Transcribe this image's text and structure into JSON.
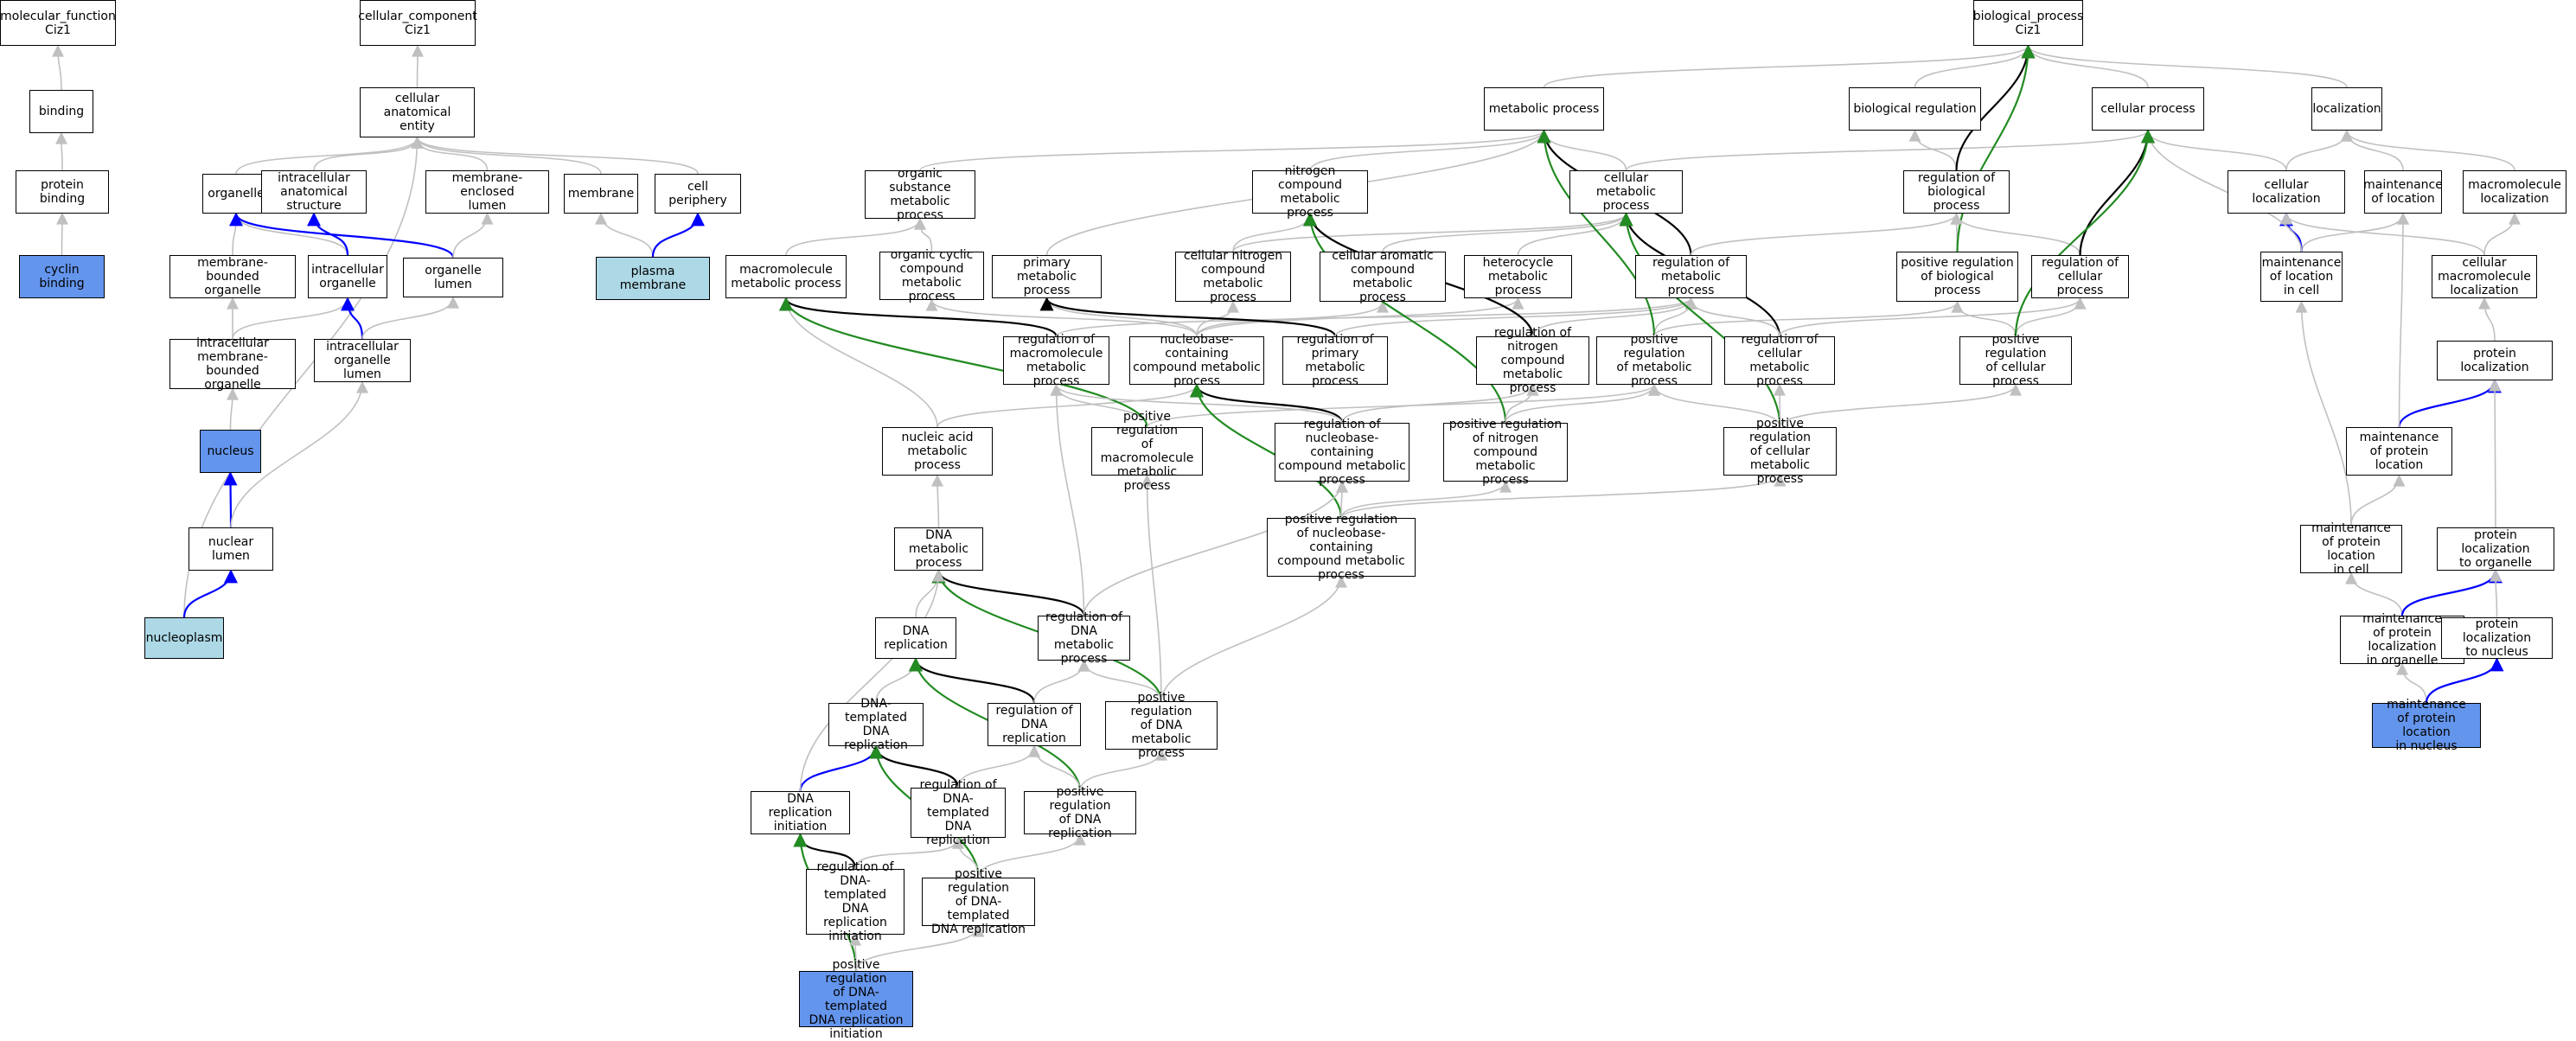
{
  "diagram": {
    "colors": {
      "gray_edge": "#c0c0c0",
      "black_edge": "#000000",
      "blue_edge": "#0000ff",
      "green_edge": "#228b22",
      "highlight_blue": "#6495ed",
      "highlight_light": "#add8e6"
    },
    "nodes": {
      "mf": {
        "label": "molecular_function\nCiz1"
      },
      "binding": {
        "label": "binding"
      },
      "protbind": {
        "label": "protein binding"
      },
      "cyclin": {
        "label": "cyclin binding",
        "style": "blue"
      },
      "cc": {
        "label": "cellular_component\nCiz1"
      },
      "cae": {
        "label": "cellular anatomical\nentity"
      },
      "organelle": {
        "label": "organelle"
      },
      "ias": {
        "label": "intracellular\nanatomical structure"
      },
      "mel": {
        "label": "membrane-enclosed\nlumen"
      },
      "membrane": {
        "label": "membrane"
      },
      "cellper": {
        "label": "cell periphery"
      },
      "mbo": {
        "label": "membrane-bounded\norganelle"
      },
      "io": {
        "label": "intracellular\norganelle"
      },
      "ol": {
        "label": "organelle lumen"
      },
      "pm": {
        "label": "plasma membrane",
        "style": "light"
      },
      "imbo": {
        "label": "intracellular\nmembrane-bounded\norganelle"
      },
      "iol": {
        "label": "intracellular\norganelle lumen"
      },
      "nucleus": {
        "label": "nucleus",
        "style": "blue"
      },
      "nl": {
        "label": "nuclear lumen"
      },
      "nucleoplasm": {
        "label": "nucleoplasm",
        "style": "light"
      },
      "bp": {
        "label": "biological_process\nCiz1"
      },
      "metab": {
        "label": "metabolic process"
      },
      "biolreg": {
        "label": "biological regulation"
      },
      "cellproc": {
        "label": "cellular process"
      },
      "loc": {
        "label": "localization"
      },
      "osmp": {
        "label": "organic substance\nmetabolic process"
      },
      "ncmp": {
        "label": "nitrogen compound\nmetabolic process"
      },
      "cmp": {
        "label": "cellular metabolic\nprocess"
      },
      "rbp": {
        "label": "regulation of\nbiological process"
      },
      "cellloc": {
        "label": "cellular localization"
      },
      "mainloc": {
        "label": "maintenance\nof location"
      },
      "macloc": {
        "label": "macromolecule\nlocalization"
      },
      "mmp": {
        "label": "macromolecule\nmetabolic process"
      },
      "ocmp": {
        "label": "organic cyclic\ncompound metabolic\nprocess"
      },
      "pmp": {
        "label": "primary metabolic\nprocess"
      },
      "cncmp": {
        "label": "cellular nitrogen\ncompound metabolic\nprocess"
      },
      "camp": {
        "label": "cellular aromatic\ncompound metabolic\nprocess"
      },
      "hmp": {
        "label": "heterocycle\nmetabolic process"
      },
      "rmp": {
        "label": "regulation of\nmetabolic process"
      },
      "prbp": {
        "label": "positive regulation\nof biological\nprocess"
      },
      "rcp": {
        "label": "regulation of\ncellular process"
      },
      "mlic": {
        "label": "maintenance\nof location\nin cell"
      },
      "cml": {
        "label": "cellular macromolecule\nlocalization"
      },
      "rmmp": {
        "label": "regulation of\nmacromolecule\nmetabolic process"
      },
      "nbcmp": {
        "label": "nucleobase-containing\ncompound metabolic\nprocess"
      },
      "rpmp": {
        "label": "regulation of\nprimary metabolic\nprocess"
      },
      "rncmp": {
        "label": "regulation of\nnitrogen compound\nmetabolic process"
      },
      "prmp": {
        "label": "positive regulation\nof metabolic\nprocess"
      },
      "rcmp": {
        "label": "regulation of\ncellular metabolic\nprocess"
      },
      "prcp": {
        "label": "positive regulation\nof cellular\nprocess"
      },
      "protloc": {
        "label": "protein localization"
      },
      "nampr": {
        "label": "nucleic acid\nmetabolic process"
      },
      "prmmp": {
        "label": "positive regulation\nof macromolecule\nmetabolic process"
      },
      "rnbcmp": {
        "label": "regulation of\nnucleobase-containing\ncompound metabolic\nprocess"
      },
      "prncmp": {
        "label": "positive regulation\nof nitrogen\ncompound metabolic\nprocess"
      },
      "prcmp": {
        "label": "positive regulation\nof cellular\nmetabolic process"
      },
      "mpl": {
        "label": "maintenance\nof protein location"
      },
      "dnamp": {
        "label": "DNA metabolic\nprocess"
      },
      "prnbcmp": {
        "label": "positive regulation\nof nucleobase-containing\ncompound metabolic\nprocess"
      },
      "mplic": {
        "label": "maintenance\nof protein location\nin cell"
      },
      "plto": {
        "label": "protein localization\nto organelle"
      },
      "dnarep": {
        "label": "DNA replication"
      },
      "rdnamp": {
        "label": "regulation of\nDNA metabolic\nprocess"
      },
      "mplio": {
        "label": "maintenance\nof protein localization\nin organelle"
      },
      "pltn": {
        "label": "protein localization\nto nucleus"
      },
      "dtdr": {
        "label": "DNA-templated\nDNA replication"
      },
      "rdnarep": {
        "label": "regulation of\nDNA replication"
      },
      "prdnamp": {
        "label": "positive regulation\nof DNA metabolic\nprocess"
      },
      "mplin": {
        "label": "maintenance\nof protein location\nin nucleus",
        "style": "blue"
      },
      "dri": {
        "label": "DNA replication\ninitiation"
      },
      "rdtdr": {
        "label": "regulation of\nDNA-templated\nDNA replication"
      },
      "prdr": {
        "label": "positive regulation\nof DNA replication"
      },
      "rdtdri": {
        "label": "regulation of\nDNA-templated\nDNA replication\ninitiation"
      },
      "prdtdr": {
        "label": "positive regulation\nof DNA-templated\nDNA replication"
      },
      "prdtdri": {
        "label": "positive regulation\nof DNA-templated\nDNA replication\ninitiation",
        "style": "blue"
      }
    },
    "edges": [
      [
        "binding",
        "mf",
        "g"
      ],
      [
        "protbind",
        "binding",
        "g"
      ],
      [
        "cyclin",
        "protbind",
        "g"
      ],
      [
        "cae",
        "cc",
        "g"
      ],
      [
        "organelle",
        "cae",
        "g"
      ],
      [
        "ias",
        "cae",
        "g"
      ],
      [
        "mel",
        "cae",
        "g"
      ],
      [
        "membrane",
        "cae",
        "g"
      ],
      [
        "cellper",
        "cae",
        "g"
      ],
      [
        "nucleoplasm",
        "cae",
        "g"
      ],
      [
        "mbo",
        "organelle",
        "g"
      ],
      [
        "io",
        "organelle",
        "g"
      ],
      [
        "io",
        "ias",
        "u"
      ],
      [
        "ol",
        "organelle",
        "u"
      ],
      [
        "ol",
        "mel",
        "g"
      ],
      [
        "pm",
        "membrane",
        "g"
      ],
      [
        "pm",
        "cellper",
        "u"
      ],
      [
        "imbo",
        "mbo",
        "g"
      ],
      [
        "imbo",
        "io",
        "g"
      ],
      [
        "iol",
        "io",
        "u"
      ],
      [
        "iol",
        "ol",
        "g"
      ],
      [
        "nucleus",
        "imbo",
        "g"
      ],
      [
        "nl",
        "nucleus",
        "u"
      ],
      [
        "nl",
        "iol",
        "g"
      ],
      [
        "nucleoplasm",
        "nl",
        "u"
      ],
      [
        "metab",
        "bp",
        "g"
      ],
      [
        "biolreg",
        "bp",
        "g"
      ],
      [
        "cellproc",
        "bp",
        "g"
      ],
      [
        "loc",
        "bp",
        "g"
      ],
      [
        "osmp",
        "metab",
        "g"
      ],
      [
        "ncmp",
        "metab",
        "g"
      ],
      [
        "cmp",
        "metab",
        "g"
      ],
      [
        "cmp",
        "cellproc",
        "g"
      ],
      [
        "rbp",
        "biolreg",
        "g"
      ],
      [
        "rbp",
        "bp",
        "k"
      ],
      [
        "cellloc",
        "cellproc",
        "g"
      ],
      [
        "cellloc",
        "loc",
        "g"
      ],
      [
        "mainloc",
        "loc",
        "g"
      ],
      [
        "macloc",
        "loc",
        "g"
      ],
      [
        "mmp",
        "osmp",
        "g"
      ],
      [
        "ocmp",
        "osmp",
        "g"
      ],
      [
        "pmp",
        "metab",
        "g"
      ],
      [
        "cncmp",
        "ncmp",
        "g"
      ],
      [
        "cncmp",
        "cmp",
        "g"
      ],
      [
        "camp",
        "cmp",
        "g"
      ],
      [
        "hmp",
        "cmp",
        "g"
      ],
      [
        "rmp",
        "metab",
        "k"
      ],
      [
        "rmp",
        "rbp",
        "g"
      ],
      [
        "prbp",
        "rbp",
        "g"
      ],
      [
        "prbp",
        "bp",
        "v"
      ],
      [
        "rcp",
        "rbp",
        "g"
      ],
      [
        "rcp",
        "cellproc",
        "k"
      ],
      [
        "mlic",
        "mainloc",
        "g"
      ],
      [
        "mlic",
        "cellloc",
        "u"
      ],
      [
        "mlic",
        "cellproc",
        "g"
      ],
      [
        "cml",
        "macloc",
        "g"
      ],
      [
        "cml",
        "cellloc",
        "g"
      ],
      [
        "rmmp",
        "mmp",
        "k"
      ],
      [
        "rmmp",
        "rmp",
        "g"
      ],
      [
        "nbcmp",
        "ocmp",
        "g"
      ],
      [
        "nbcmp",
        "pmp",
        "g"
      ],
      [
        "nbcmp",
        "cncmp",
        "g"
      ],
      [
        "nbcmp",
        "camp",
        "g"
      ],
      [
        "nbcmp",
        "hmp",
        "g"
      ],
      [
        "rpmp",
        "pmp",
        "k"
      ],
      [
        "rpmp",
        "rmp",
        "g"
      ],
      [
        "rncmp",
        "ncmp",
        "k"
      ],
      [
        "rncmp",
        "rmp",
        "g"
      ],
      [
        "prmp",
        "rmp",
        "g"
      ],
      [
        "prmp",
        "metab",
        "v"
      ],
      [
        "prmp",
        "prbp",
        "g"
      ],
      [
        "rcmp",
        "cmp",
        "k"
      ],
      [
        "rcmp",
        "rmp",
        "g"
      ],
      [
        "rcmp",
        "rcp",
        "g"
      ],
      [
        "prcp",
        "rcp",
        "g"
      ],
      [
        "prcp",
        "prbp",
        "g"
      ],
      [
        "prcp",
        "cellproc",
        "v"
      ],
      [
        "protloc",
        "cml",
        "g"
      ],
      [
        "nampr",
        "nbcmp",
        "g"
      ],
      [
        "nampr",
        "mmp",
        "g"
      ],
      [
        "prmmp",
        "rmmp",
        "g"
      ],
      [
        "prmmp",
        "mmp",
        "v"
      ],
      [
        "prmmp",
        "prmp",
        "g"
      ],
      [
        "rnbcmp",
        "nbcmp",
        "k"
      ],
      [
        "rnbcmp",
        "rmmp",
        "g"
      ],
      [
        "rnbcmp",
        "rncmp",
        "g"
      ],
      [
        "prncmp",
        "ncmp",
        "v"
      ],
      [
        "prncmp",
        "rncmp",
        "g"
      ],
      [
        "prncmp",
        "prmp",
        "g"
      ],
      [
        "prcmp",
        "cmp",
        "v"
      ],
      [
        "prcmp",
        "rcmp",
        "g"
      ],
      [
        "prcmp",
        "prmp",
        "g"
      ],
      [
        "prcmp",
        "prcp",
        "g"
      ],
      [
        "mpl",
        "protloc",
        "u"
      ],
      [
        "mpl",
        "mainloc",
        "g"
      ],
      [
        "dnamp",
        "nampr",
        "g"
      ],
      [
        "prnbcmp",
        "nbcmp",
        "v"
      ],
      [
        "prnbcmp",
        "rnbcmp",
        "g"
      ],
      [
        "prnbcmp",
        "prncmp",
        "g"
      ],
      [
        "prnbcmp",
        "prcmp",
        "g"
      ],
      [
        "mplic",
        "mpl",
        "g"
      ],
      [
        "mplic",
        "mlic",
        "g"
      ],
      [
        "plto",
        "protloc",
        "g"
      ],
      [
        "dnarep",
        "dnamp",
        "g"
      ],
      [
        "rdnamp",
        "dnamp",
        "k"
      ],
      [
        "rdnamp",
        "rnbcmp",
        "g"
      ],
      [
        "rdnamp",
        "rmmp",
        "g"
      ],
      [
        "mplio",
        "mplic",
        "g"
      ],
      [
        "mplio",
        "plto",
        "u"
      ],
      [
        "pltn",
        "plto",
        "g"
      ],
      [
        "dtdr",
        "dnarep",
        "g"
      ],
      [
        "rdnarep",
        "dnarep",
        "k"
      ],
      [
        "rdnarep",
        "rdnamp",
        "g"
      ],
      [
        "prdnamp",
        "dnamp",
        "v"
      ],
      [
        "prdnamp",
        "rdnamp",
        "g"
      ],
      [
        "prdnamp",
        "prnbcmp",
        "g"
      ],
      [
        "prdnamp",
        "prmmp",
        "g"
      ],
      [
        "mplin",
        "mplio",
        "g"
      ],
      [
        "mplin",
        "pltn",
        "u"
      ],
      [
        "dri",
        "dtdr",
        "u"
      ],
      [
        "dri",
        "dnamp",
        "g"
      ],
      [
        "rdtdr",
        "dtdr",
        "k"
      ],
      [
        "rdtdr",
        "rdnarep",
        "g"
      ],
      [
        "prdr",
        "dnarep",
        "v"
      ],
      [
        "prdr",
        "rdnarep",
        "g"
      ],
      [
        "prdr",
        "prdnamp",
        "g"
      ],
      [
        "rdtdri",
        "dri",
        "k"
      ],
      [
        "rdtdri",
        "rdtdr",
        "g"
      ],
      [
        "prdtdr",
        "dtdr",
        "v"
      ],
      [
        "prdtdr",
        "rdtdr",
        "g"
      ],
      [
        "prdtdr",
        "prdr",
        "g"
      ],
      [
        "prdtdri",
        "dri",
        "v"
      ],
      [
        "prdtdri",
        "rdtdri",
        "g"
      ],
      [
        "prdtdri",
        "prdtdr",
        "g"
      ]
    ]
  }
}
